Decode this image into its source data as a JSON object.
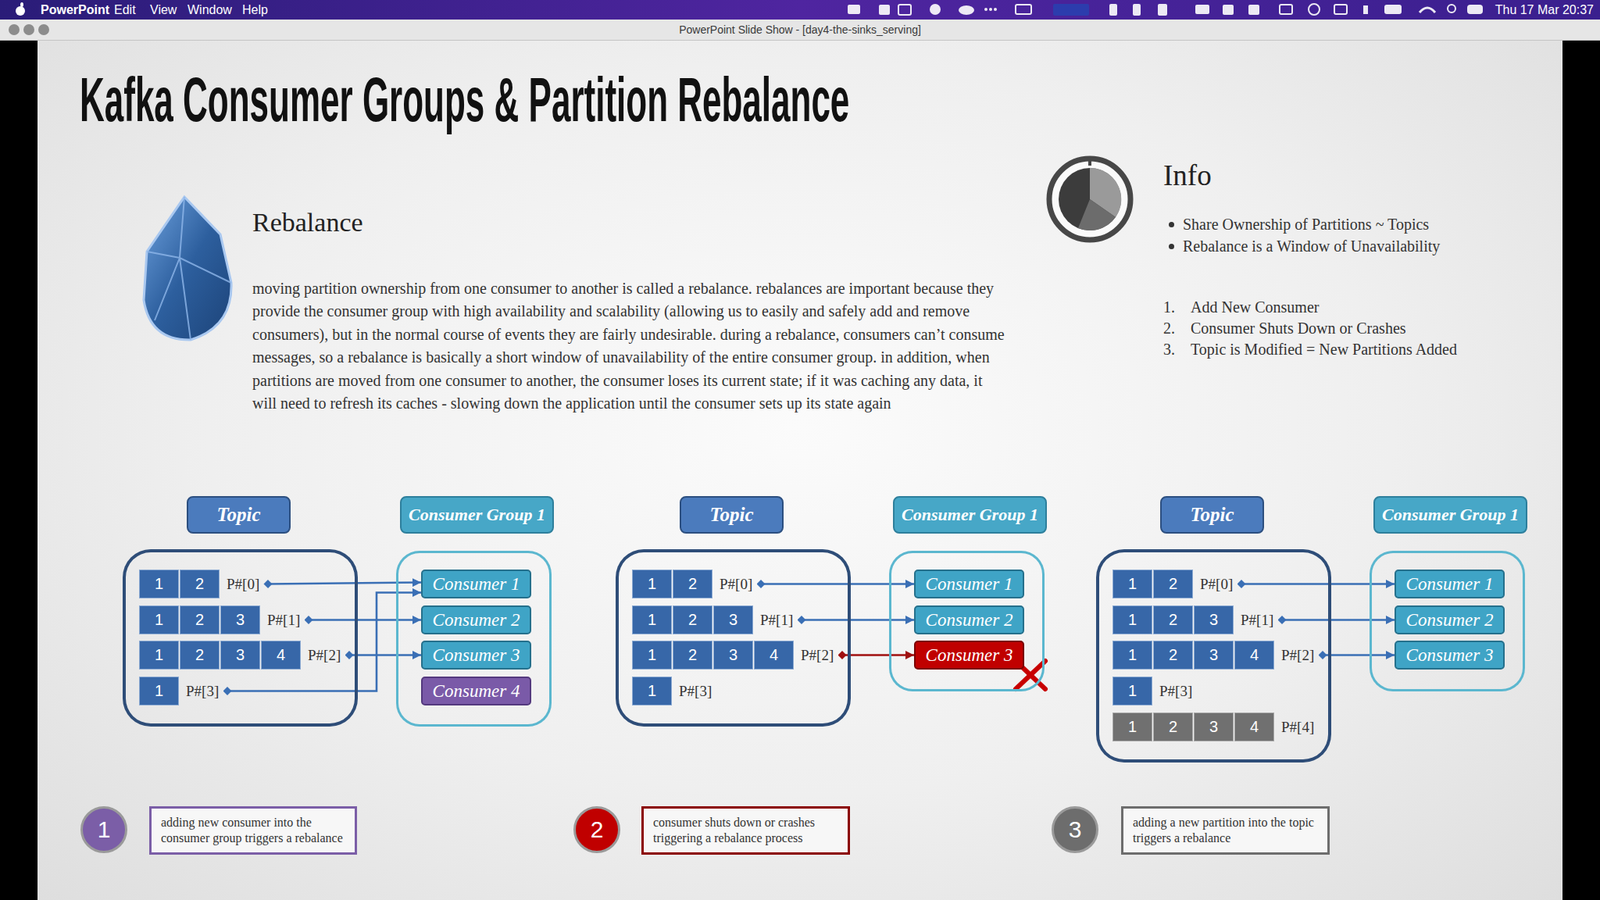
{
  "diagram": {
    "title": "Kafka Consumer Groups & Partition Rebalance",
    "nodes": [
      {
        "text": [
          "Topic"
        ]
      },
      {
        "text": [
          "P#[0]"
        ],
        "in": 0
      },
      {
        "text": [
          "1"
        ],
        "in": 1
      },
      {
        "text": [
          "2"
        ],
        "in": 1
      },
      {
        "text": [
          "P#[1]"
        ],
        "in": 0
      },
      {
        "text": [
          "1"
        ],
        "in": 4
      },
      {
        "text": [
          "2"
        ],
        "in": 4
      },
      {
        "text": [
          "3"
        ],
        "in": 4
      },
      {
        "text": [
          "P#[2]"
        ],
        "in": 0
      },
      {
        "text": [
          "1"
        ],
        "in": 8
      },
      {
        "text": [
          "2"
        ],
        "in": 8
      },
      {
        "text": [
          "3"
        ],
        "in": 8
      },
      {
        "text": [
          "4"
        ],
        "in": 8
      },
      {
        "text": [
          "P#[3]"
        ],
        "in": 0
      },
      {
        "text": [
          "1"
        ],
        "in": 13
      },
      {
        "text": [
          "Consumer Group 1"
        ]
      },
      {
        "text": [
          "Consumer 1"
        ],
        "in": 15
      },
      {
        "text": [
          "Consumer 2"
        ],
        "in": 15
      },
      {
        "text": [
          "Consumer 3"
        ],
        "in": 15
      },
      {
        "text": [
          "Consumer 4"
        ],
        "in": 15
      },
      {
        "text": [
          "Topic"
        ]
      },
      {
        "text": [
          "P#[0]"
        ],
        "in": 20
      },
      {
        "text": [
          "1"
        ],
        "in": 21
      },
      {
        "text": [
          "2"
        ],
        "in": 21
      },
      {
        "text": [
          "P#[1]"
        ],
        "in": 20
      },
      {
        "text": [
          "1"
        ],
        "in": 24
      },
      {
        "text": [
          "2"
        ],
        "in": 24
      },
      {
        "text": [
          "3"
        ],
        "in": 24
      },
      {
        "text": [
          "P#[2]"
        ],
        "in": 20
      },
      {
        "text": [
          "1"
        ],
        "in": 28
      },
      {
        "text": [
          "2"
        ],
        "in": 28
      },
      {
        "text": [
          "3"
        ],
        "in": 28
      },
      {
        "text": [
          "4"
        ],
        "in": 28
      },
      {
        "text": [
          "P#[3]"
        ],
        "in": 20
      },
      {
        "text": [
          "1"
        ],
        "in": 33
      },
      {
        "text": [
          "Consumer Group 1"
        ]
      },
      {
        "text": [
          "Consumer 1"
        ],
        "in": 35
      },
      {
        "text": [
          "Consumer 2"
        ],
        "in": 35
      },
      {
        "text": [
          "Consumer 3"
        ],
        "in": 35
      },
      {
        "text": [
          "Topic"
        ]
      },
      {
        "text": [
          "P#[0]"
        ],
        "in": 39
      },
      {
        "text": [
          "1"
        ],
        "in": 40
      },
      {
        "text": [
          "2"
        ],
        "in": 40
      },
      {
        "text": [
          "P#[1]"
        ],
        "in": 39
      },
      {
        "text": [
          "1"
        ],
        "in": 43
      },
      {
        "text": [
          "2"
        ],
        "in": 43
      },
      {
        "text": [
          "3"
        ],
        "in": 43
      },
      {
        "text": [
          "P#[2]"
        ],
        "in": 39
      },
      {
        "text": [
          "1"
        ],
        "in": 47
      },
      {
        "text": [
          "2"
        ],
        "in": 47
      },
      {
        "text": [
          "3"
        ],
        "in": 47
      },
      {
        "text": [
          "4"
        ],
        "in": 47
      },
      {
        "text": [
          "P#[3]"
        ],
        "in": 39
      },
      {
        "text": [
          "1"
        ],
        "in": 52
      },
      {
        "text": [
          "P#[4]"
        ],
        "in": 39
      },
      {
        "text": [
          "1"
        ],
        "in": 54
      },
      {
        "text": [
          "2"
        ],
        "in": 54
      },
      {
        "text": [
          "3"
        ],
        "in": 54
      },
      {
        "text": [
          "4"
        ],
        "in": 54
      },
      {
        "text": [
          "Consumer Group 1"
        ]
      },
      {
        "text": [
          "Consumer 1"
        ],
        "in": 59
      },
      {
        "text": [
          "Consumer 2"
        ],
        "in": 59
      },
      {
        "text": [
          "Consumer 3"
        ],
        "in": 59
      },
      {
        "text": [
          "1"
        ]
      },
      {
        "text": [
          "adding new consumer into the consumer group triggers a rebalance"
        ]
      },
      {
        "text": [
          "2"
        ]
      },
      {
        "text": [
          "consumer shuts down or crashes triggering a rebalance process"
        ]
      },
      {
        "text": [
          "3"
        ]
      },
      {
        "text": [
          "adding a new partition into the topic triggers a rebalance"
        ]
      }
    ],
    "edges": [
      {
        "from": 1,
        "to": 16,
        "arrow": "to"
      },
      {
        "from": 4,
        "to": 17,
        "arrow": "to"
      },
      {
        "from": 8,
        "to": 18,
        "arrow": "to"
      },
      {
        "from": 13,
        "to": 16,
        "arrow": "to"
      },
      {
        "from": 21,
        "to": 36,
        "arrow": "to"
      },
      {
        "from": 24,
        "to": 37,
        "arrow": "to"
      },
      {
        "from": 28,
        "to": 38,
        "arrow": "to"
      },
      {
        "from": 40,
        "to": 60,
        "arrow": "to"
      },
      {
        "from": 43,
        "to": 61,
        "arrow": "to"
      },
      {
        "from": 47,
        "to": 62,
        "arrow": "to"
      }
    ],
    "labels": [
      "PowerPoint",
      "Edit",
      "View",
      "Window",
      "Help",
      "Thu 17 Mar 20:37",
      "PowerPoint Slide Show - [day4-the-sinks_serving]",
      "Rebalance",
      "moving partition ownership from one consumer to another is called a rebalance. rebalances are important because they provide the consumer group with high availability and scalability (allowing us to easily and safely add and remove consumers), but in the normal course of events they are fairly undesirable. during a rebalance, consumers can’t consume messages, so a rebalance is basically a short window of unavailability of the entire consumer group. in addition, when partitions are moved from one consumer to another, the consumer loses its current state; if it was caching any data, it will need to refresh its caches - slowing down the application until the consumer sets up its state again",
      "Info",
      "Share Ownership of Partitions ~ Topics",
      "Rebalance is a Window of Unavailability",
      "1.",
      "Add New Consumer",
      "2.",
      "Consumer Shuts Down or Crashes",
      "3.",
      "Topic is Modified = New Partitions Added"
    ]
  }
}
